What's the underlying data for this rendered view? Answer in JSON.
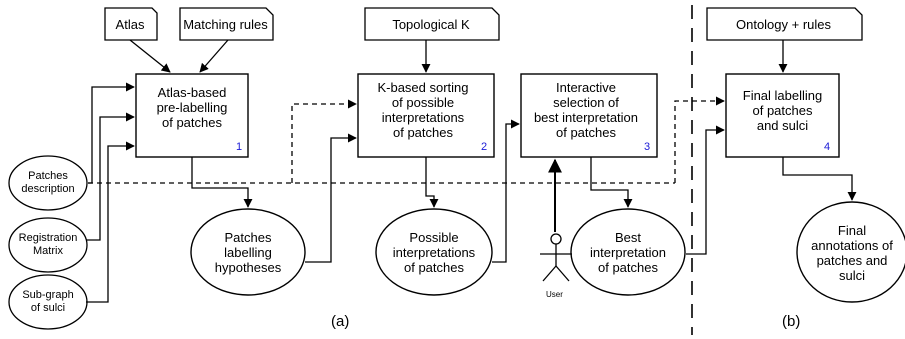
{
  "inputs": {
    "atlas": "Atlas",
    "matching_rules": "Matching rules",
    "topological_k": "Topological K",
    "ontology_rules": "Ontology + rules"
  },
  "sources": {
    "patches_description": [
      "Patches",
      "description"
    ],
    "registration_matrix": [
      "Registration",
      "Matrix"
    ],
    "subgraph_sulci": [
      "Sub-graph",
      "of sulci"
    ]
  },
  "steps": [
    {
      "lines": [
        "Atlas-based",
        "pre-labelling",
        "of patches"
      ],
      "number": "1"
    },
    {
      "lines": [
        "K-based sorting",
        "of possible",
        "interpretations",
        "of patches"
      ],
      "number": "2"
    },
    {
      "lines": [
        "Interactive",
        "selection of",
        "best interpretation",
        "of patches"
      ],
      "number": "3"
    },
    {
      "lines": [
        "Final labelling",
        "of patches",
        "and sulci"
      ],
      "number": "4"
    }
  ],
  "outputs": {
    "hypotheses": [
      "Patches",
      "labelling",
      "hypotheses"
    ],
    "possible": [
      "Possible",
      "interpretations",
      "of patches"
    ],
    "best": [
      "Best",
      "interpretation",
      "of patches"
    ],
    "final": [
      "Final",
      "annotations of",
      "patches and",
      "sulci"
    ]
  },
  "actor": "User",
  "captions": {
    "a": "(a)",
    "b": "(b)"
  }
}
